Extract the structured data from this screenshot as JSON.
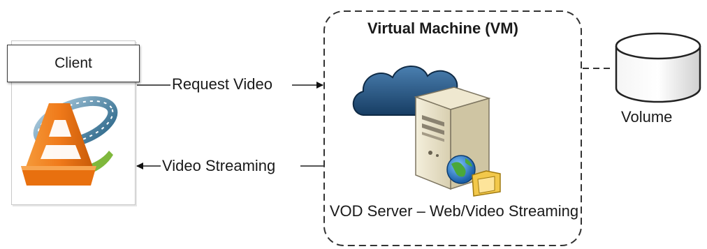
{
  "client": {
    "title": "Client",
    "icon": "vlc-cone-icon"
  },
  "arrows": {
    "request_label": "Request Video",
    "streaming_label": "Video Streaming"
  },
  "vm": {
    "title": "Virtual Machine (VM)",
    "server_label": "VOD Server – Web/Video Streaming",
    "server_icon": "server-tower-icon",
    "cloud_icon": "cloud-icon",
    "globe_icon": "globe-folder-icon"
  },
  "volume": {
    "label": "Volume",
    "icon": "disk-cylinder-icon"
  },
  "colors": {
    "cloud": "#2a5d8f",
    "cone_orange": "#f07a1a",
    "server_body": "#e9e2c9",
    "dash": "#333333"
  }
}
